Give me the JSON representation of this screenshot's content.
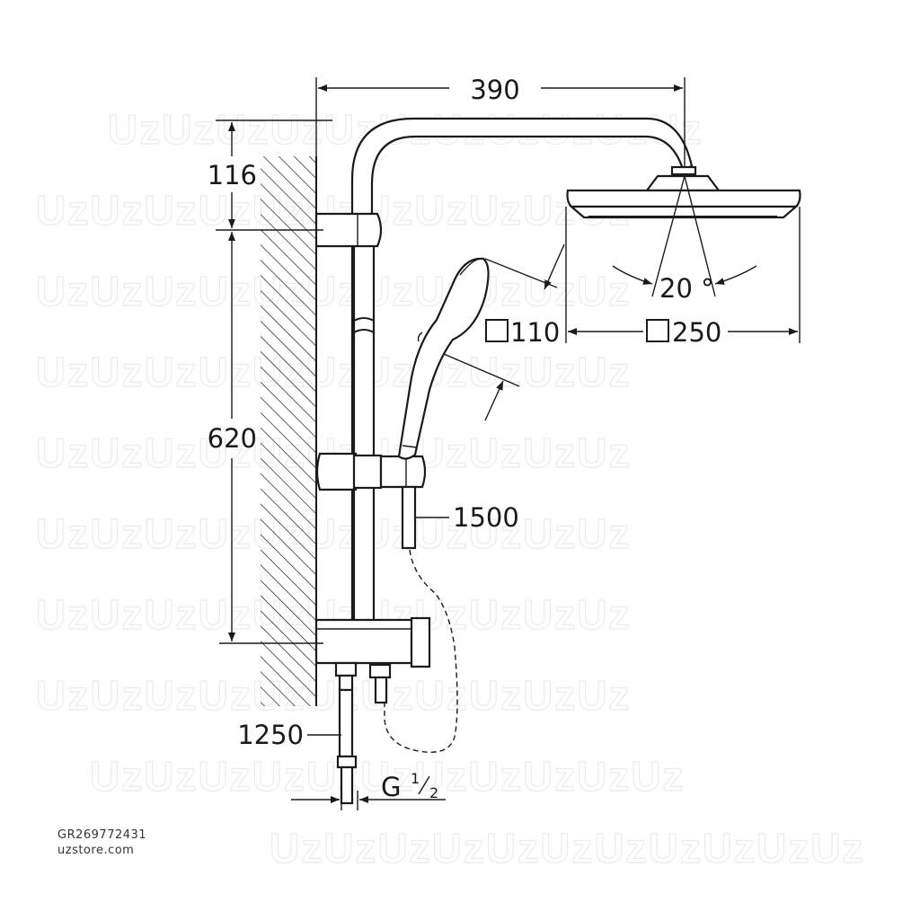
{
  "dimensions": {
    "width": "390",
    "top_offset": "116",
    "rail_height": "620",
    "hose_length": "1500",
    "lower_hose": "1250",
    "angle": "20 °",
    "hand_shower": "110",
    "head_shower": "250",
    "thread_g": "G",
    "thread_num": "1",
    "thread_den": "2"
  },
  "caption": {
    "code": "GR269772431",
    "site": "uzstore.com"
  },
  "watermark": "UzUzUzUzUzUzUzUzUzUzUz"
}
